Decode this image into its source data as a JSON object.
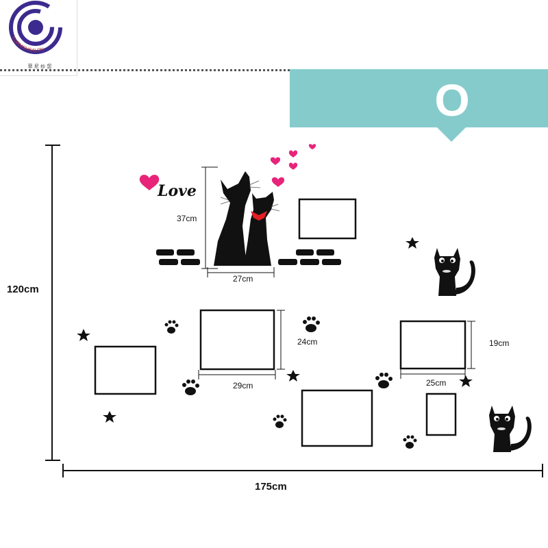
{
  "logo": {
    "ring_text": "FURNISHSALON",
    "sub_text": "菲 尼 纱 您"
  },
  "banner": {
    "letter": "O",
    "color": "#86cbcc"
  },
  "decals": {
    "love_text": "Love",
    "heart_color": "#e8247a",
    "collar_color": "#e31e24"
  },
  "dimensions": {
    "total_height": "120cm",
    "total_width": "175cm",
    "cats_height": "37cm",
    "cats_width": "27cm",
    "frame_a_height": "24cm",
    "frame_a_width": "29cm",
    "frame_b_height": "19cm",
    "frame_b_width": "25cm"
  }
}
